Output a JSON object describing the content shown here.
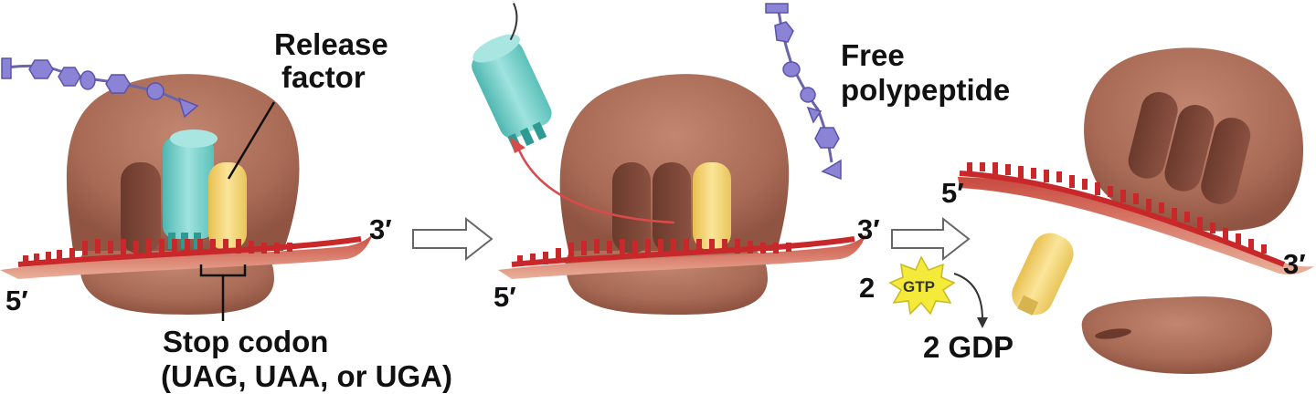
{
  "labels": {
    "release_factor_line1": "Release",
    "release_factor_line2": "factor",
    "free_polypeptide_line1": "Free",
    "free_polypeptide_line2": "polypeptide",
    "stop_codon_line1": "Stop codon",
    "stop_codon_line2": "(UAG, UAA, or UGA)",
    "gtp_coefficient": "2",
    "gtp": "GTP",
    "gdp": "2 GDP"
  },
  "ends": {
    "p1_three_prime": "3′",
    "p1_five_prime": "5′",
    "p2_three_prime": "3′",
    "p2_five_prime": "5′",
    "p3_five_prime": "5′",
    "p3_three_prime": "3′"
  },
  "colors": {
    "ribosome": "#a86a55",
    "ribosome_dark": "#7a4535",
    "release_factor": "#6fcdc7",
    "trna": "#7ad0c9",
    "yellow_factor": "#f2d36a",
    "mrna": "#c8282a",
    "polypeptide": "#8b83d6",
    "gtp_burst": "#f3ea3a"
  },
  "icons": [
    "step-arrow-icon",
    "step-arrow-icon",
    "curved-exit-arrow-icon",
    "gtp-burst-icon",
    "gdp-arrow-icon"
  ]
}
